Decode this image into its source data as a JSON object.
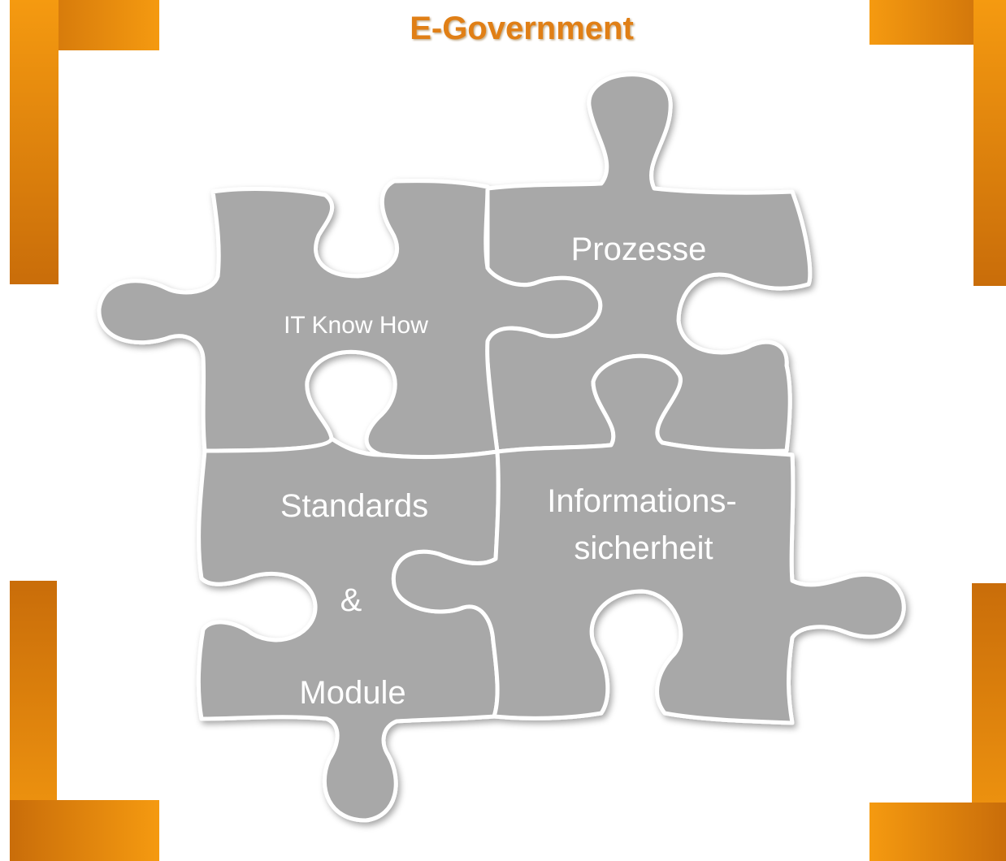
{
  "title": "E-Government",
  "pieces": {
    "it_know_how": "IT Know How",
    "prozesse": "Prozesse",
    "standards_line1": "Standards",
    "standards_line2": "&",
    "standards_line3": "Module",
    "informations_line1": "Informations-",
    "informations_line2": "sicherheit"
  },
  "colors": {
    "accent": "#f39200",
    "accent_dark": "#c96d0a",
    "piece": "#a8a8a8",
    "piece_outline": "#ffffff",
    "title": "#e07f14"
  }
}
